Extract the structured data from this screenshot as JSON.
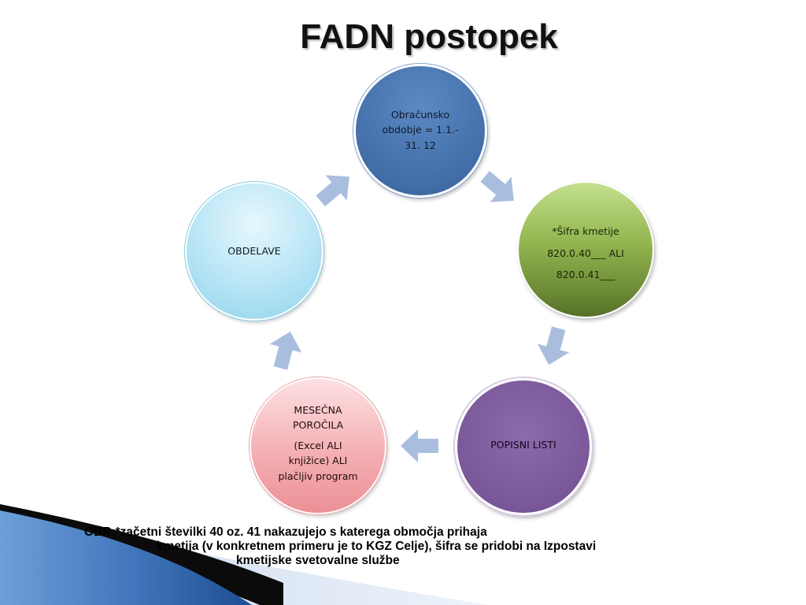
{
  "title": "FADN postopek",
  "diagram": {
    "nodes": [
      {
        "id": "obracunsko-obdobje",
        "lines": [
          "Obračunsko",
          "obdobje = 1.1.-",
          "31. 12"
        ],
        "color": "#4a78b4"
      },
      {
        "id": "sifra-kmetije",
        "lines": [
          "*Šifra kmetije",
          "820.0.40___ ALI",
          "820.0.41___"
        ],
        "color": "#7ea040"
      },
      {
        "id": "popisni-listi",
        "lines": [
          "POPISNI LISTI"
        ],
        "color": "#7a5799"
      },
      {
        "id": "mesecna-porocila",
        "lines": [
          "MESEČNA",
          "POROČILA",
          "(Excel ALI",
          "knjižice) ALI",
          "plačljiv program"
        ],
        "color": "#f2a8ad"
      },
      {
        "id": "obdelave",
        "lines": [
          "OBDELAVE"
        ],
        "color": "#a8def2"
      }
    ],
    "arrow_color": "#a9bedf",
    "cycle": "clockwise"
  },
  "note": {
    "lines": [
      "OBR:*začetni številki 40 oz. 41 nakazujejo s katerega območja prihaja",
      "kmetija (v konkretnem primeru je to KGZ Celje), šifra se pridobi na Izpostavi",
      "kmetijske svetovalne službe"
    ]
  },
  "theme": {
    "accent_blue": "#3a6fb5",
    "dark": "#0a0a0a"
  }
}
